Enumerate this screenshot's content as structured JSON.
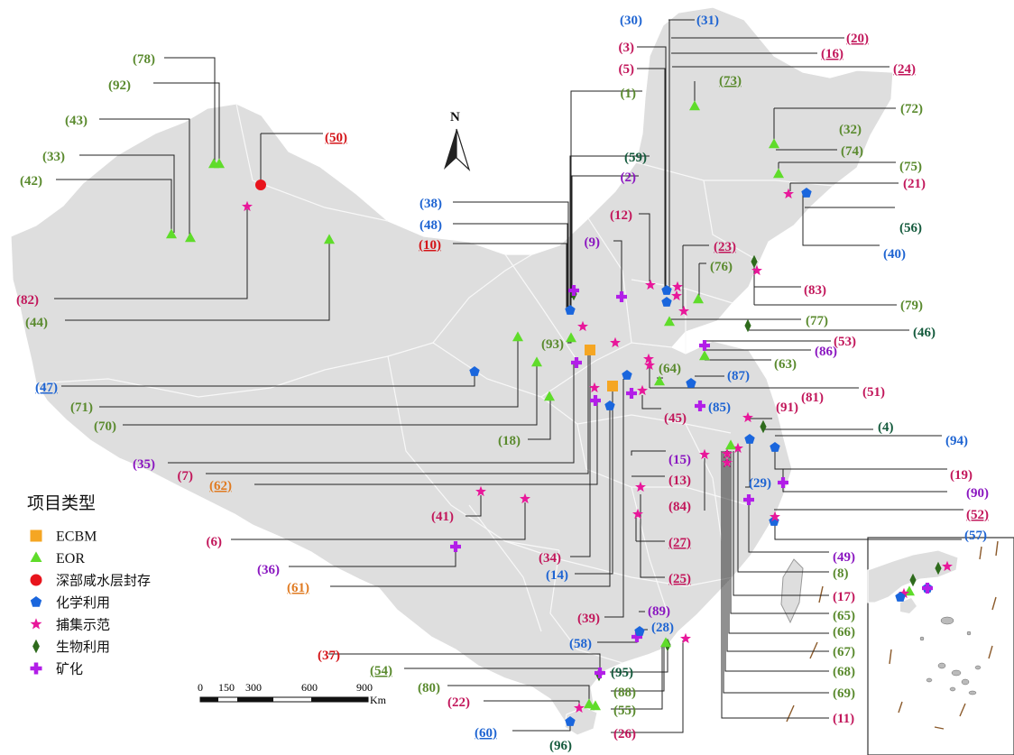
{
  "north_label": "N",
  "legend": {
    "title": "项目类型",
    "items": [
      {
        "key": "ecbm",
        "label": "ECBM",
        "color": "#f5a623"
      },
      {
        "key": "eor",
        "label": "EOR",
        "color": "#5fdc2a"
      },
      {
        "key": "saline",
        "label": "深部咸水层封存",
        "color": "#e8141c"
      },
      {
        "key": "chem",
        "label": "化学利用",
        "color": "#1a66dd"
      },
      {
        "key": "capture",
        "label": "捕集示范",
        "color": "#e8179a"
      },
      {
        "key": "bio",
        "label": "生物利用",
        "color": "#2e6b1c"
      },
      {
        "key": "mineral",
        "label": "矿化",
        "color": "#b21ee8"
      }
    ]
  },
  "scale_bar": {
    "ticks": [
      "0",
      "150",
      "300",
      "600",
      "900"
    ],
    "unit": "Km"
  },
  "label_colors": {
    "green": "#5a8a2e",
    "blue": "#1e64d2",
    "crimson": "#c2175b",
    "purple": "#8a16c0",
    "red": "#d41418",
    "dkgreen": "#145a3c",
    "orange": "#e07b22"
  },
  "labels": [
    {
      "text": "(78)",
      "color": "green"
    },
    {
      "text": "(92)",
      "color": "green"
    },
    {
      "text": "(43)",
      "color": "green"
    },
    {
      "text": "(33)",
      "color": "green"
    },
    {
      "text": "(42)",
      "color": "green"
    },
    {
      "text": "(50)",
      "color": "red",
      "u": true
    },
    {
      "text": "(82)",
      "color": "crimson"
    },
    {
      "text": "(44)",
      "color": "green"
    },
    {
      "text": "(47)",
      "color": "blue",
      "u": true
    },
    {
      "text": "(71)",
      "color": "green"
    },
    {
      "text": "(70)",
      "color": "green"
    },
    {
      "text": "(35)",
      "color": "purple"
    },
    {
      "text": "(7)",
      "color": "crimson"
    },
    {
      "text": "(62)",
      "color": "orange",
      "u": true
    },
    {
      "text": "(41)",
      "color": "crimson"
    },
    {
      "text": "(6)",
      "color": "crimson"
    },
    {
      "text": "(36)",
      "color": "purple"
    },
    {
      "text": "(61)",
      "color": "orange",
      "u": true
    },
    {
      "text": "(37)",
      "color": "red"
    },
    {
      "text": "(54)",
      "color": "green",
      "u": true
    },
    {
      "text": "(80)",
      "color": "green"
    },
    {
      "text": "(22)",
      "color": "crimson"
    },
    {
      "text": "(60)",
      "color": "blue",
      "u": true
    },
    {
      "text": "(96)",
      "color": "dkgreen"
    },
    {
      "text": "(30)",
      "color": "blue"
    },
    {
      "text": "(31)",
      "color": "blue"
    },
    {
      "text": "(3)",
      "color": "crimson"
    },
    {
      "text": "(5)",
      "color": "crimson"
    },
    {
      "text": "(1)",
      "color": "green"
    },
    {
      "text": "(59)",
      "color": "dkgreen"
    },
    {
      "text": "(2)",
      "color": "purple"
    },
    {
      "text": "(38)",
      "color": "blue"
    },
    {
      "text": "(48)",
      "color": "blue"
    },
    {
      "text": "(10)",
      "color": "red",
      "u": true
    },
    {
      "text": "(12)",
      "color": "crimson"
    },
    {
      "text": "(9)",
      "color": "purple"
    },
    {
      "text": "(93)",
      "color": "green"
    },
    {
      "text": "(18)",
      "color": "green"
    },
    {
      "text": "(34)",
      "color": "crimson"
    },
    {
      "text": "(14)",
      "color": "blue"
    },
    {
      "text": "(39)",
      "color": "crimson"
    },
    {
      "text": "(58)",
      "color": "blue"
    },
    {
      "text": "(20)",
      "color": "crimson",
      "u": true
    },
    {
      "text": "(16)",
      "color": "crimson",
      "u": true
    },
    {
      "text": "(24)",
      "color": "crimson",
      "u": true
    },
    {
      "text": "(73)",
      "color": "green",
      "u": true
    },
    {
      "text": "(72)",
      "color": "green"
    },
    {
      "text": "(32)",
      "color": "green"
    },
    {
      "text": "(74)",
      "color": "green"
    },
    {
      "text": "(75)",
      "color": "green"
    },
    {
      "text": "(21)",
      "color": "crimson"
    },
    {
      "text": "(56)",
      "color": "dkgreen"
    },
    {
      "text": "(40)",
      "color": "blue"
    },
    {
      "text": "(23)",
      "color": "crimson",
      "u": true
    },
    {
      "text": "(76)",
      "color": "green"
    },
    {
      "text": "(83)",
      "color": "crimson"
    },
    {
      "text": "(79)",
      "color": "green"
    },
    {
      "text": "(77)",
      "color": "green"
    },
    {
      "text": "(46)",
      "color": "dkgreen"
    },
    {
      "text": "(53)",
      "color": "crimson"
    },
    {
      "text": "(86)",
      "color": "purple"
    },
    {
      "text": "(63)",
      "color": "green"
    },
    {
      "text": "(64)",
      "color": "green"
    },
    {
      "text": "(87)",
      "color": "blue"
    },
    {
      "text": "(51)",
      "color": "crimson"
    },
    {
      "text": "(81)",
      "color": "crimson"
    },
    {
      "text": "(45)",
      "color": "crimson"
    },
    {
      "text": "(85)",
      "color": "blue"
    },
    {
      "text": "(91)",
      "color": "crimson"
    },
    {
      "text": "(4)",
      "color": "dkgreen"
    },
    {
      "text": "(94)",
      "color": "blue"
    },
    {
      "text": "(15)",
      "color": "purple"
    },
    {
      "text": "(13)",
      "color": "crimson"
    },
    {
      "text": "(84)",
      "color": "crimson"
    },
    {
      "text": "(29)",
      "color": "blue"
    },
    {
      "text": "(19)",
      "color": "crimson"
    },
    {
      "text": "(90)",
      "color": "purple"
    },
    {
      "text": "(52)",
      "color": "crimson",
      "u": true
    },
    {
      "text": "(27)",
      "color": "crimson",
      "u": true
    },
    {
      "text": "(57)",
      "color": "blue"
    },
    {
      "text": "(49)",
      "color": "purple"
    },
    {
      "text": "(25)",
      "color": "crimson",
      "u": true
    },
    {
      "text": "(8)",
      "color": "green"
    },
    {
      "text": "(17)",
      "color": "crimson"
    },
    {
      "text": "(65)",
      "color": "green"
    },
    {
      "text": "(89)",
      "color": "purple"
    },
    {
      "text": "(28)",
      "color": "blue"
    },
    {
      "text": "(66)",
      "color": "green"
    },
    {
      "text": "(67)",
      "color": "green"
    },
    {
      "text": "(95)",
      "color": "dkgreen"
    },
    {
      "text": "(68)",
      "color": "green"
    },
    {
      "text": "(88)",
      "color": "green"
    },
    {
      "text": "(69)",
      "color": "green"
    },
    {
      "text": "(55)",
      "color": "green"
    },
    {
      "text": "(26)",
      "color": "crimson"
    },
    {
      "text": "(11)",
      "color": "crimson"
    }
  ]
}
